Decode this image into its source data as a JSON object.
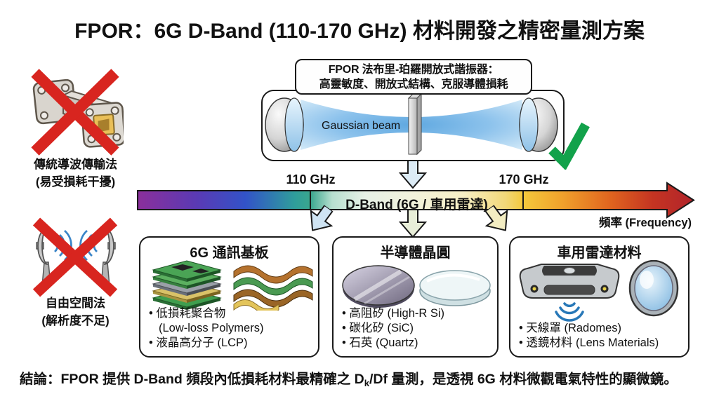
{
  "title": "FPOR：6G D-Band (110-170 GHz) 材料開發之精密量測方案",
  "resonator": {
    "label_line1": "FPOR 法布里-珀羅開放式諧振器：",
    "label_line2": "高靈敏度、開放式結構、克服導體損耗",
    "beam_label": "Gaussian beam"
  },
  "rejected_methods": [
    {
      "line1": "傳統導波傳輸法",
      "line2": "(易受損耗干擾)"
    },
    {
      "line1": "自由空間法",
      "line2": "(解析度不足)"
    }
  ],
  "band": {
    "low_label": "110 GHz",
    "high_label": "170 GHz",
    "dband_label": "D-Band (6G / 車用雷達)",
    "axis_label": "頻率 (Frequency)"
  },
  "boxes": [
    {
      "title": "6G 通訊基板",
      "bullets": [
        "• 低損耗聚合物",
        "(Low-loss Polymers)",
        "• 液晶高分子 (LCP)"
      ]
    },
    {
      "title": "半導體晶圓",
      "bullets": [
        "• 高阻矽 (High-R Si)",
        "• 碳化矽 (SiC)",
        "• 石英 (Quartz)"
      ]
    },
    {
      "title": "車用雷達材料",
      "bullets": [
        "• 天線罩 (Radomes)",
        "• 透鏡材料 (Lens Materials)"
      ]
    }
  ],
  "conclusion": {
    "part1": "結論：FPOR 提供 D-Band 頻段內低損耗材料最精確之 D",
    "subscript": "k",
    "part2": "/Df 量測，是透視 6G 材料微觀電氣特性的顯微鏡。"
  },
  "colors": {
    "cross_red": "#d8251f",
    "check_green": "#12a24b",
    "beam_core": "#5fa8e0",
    "beam_mid": "#8cc2ec",
    "beam_edge": "#d2e9f8",
    "arrow_blue": "#cfe4f3",
    "arrow_sage": "#e8eed8",
    "arrow_yellow": "#f3edc2",
    "arrow_resonator": "#dcebf5",
    "band_gradient": [
      "#8b2f9b",
      "#5a3ab4",
      "#3253c8",
      "#2f9e9b",
      "#3aa68e",
      "#b8e0d0",
      "#e6f1e6",
      "#f2f2dc",
      "#f6efc4",
      "#f2d878",
      "#f4c93c",
      "#f0a22c",
      "#e0641f",
      "#c43422",
      "#b2242b"
    ]
  }
}
